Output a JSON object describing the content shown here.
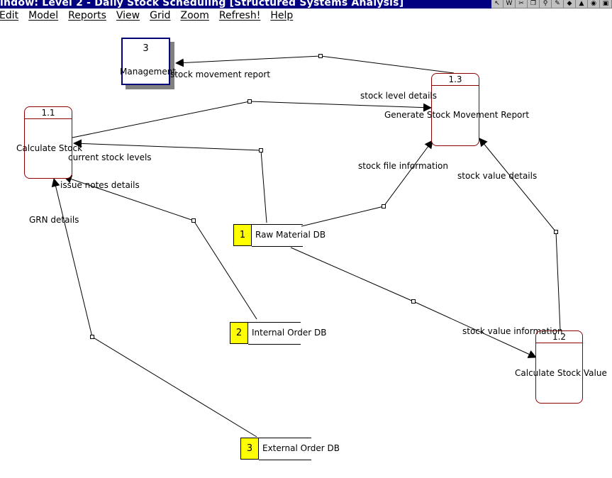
{
  "window": {
    "title": "indow: Level 2 - Daily Stock Scheduling [Structured Systems Analysis]"
  },
  "toolbar_icons": [
    "arrow-icon",
    "text-icon",
    "scissors-icon",
    "copy-icon",
    "key-icon",
    "pen-icon",
    "tag-icon",
    "rocket-icon",
    "bug-icon",
    "window-icon"
  ],
  "menu": [
    "Edit",
    "Model",
    "Reports",
    "View",
    "Grid",
    "Zoom",
    "Refresh!",
    "Help"
  ],
  "external_entity": {
    "number": "3",
    "name": "Management"
  },
  "processes": [
    {
      "id": "1.1",
      "name": "Calculate Stock"
    },
    {
      "id": "1.2",
      "name": "Calculate Stock Value"
    },
    {
      "id": "1.3",
      "name": "Generate Stock Movement Report"
    }
  ],
  "stores": [
    {
      "number": "1",
      "name": "Raw Material DB"
    },
    {
      "number": "2",
      "name": "Internal Order DB"
    },
    {
      "number": "3",
      "name": "External Order DB"
    }
  ],
  "flows": [
    {
      "label": "stock movement report"
    },
    {
      "label": "stock level details"
    },
    {
      "label": "current stock levels"
    },
    {
      "label": "issue notes details"
    },
    {
      "label": "GRN details"
    },
    {
      "label": "stock file information"
    },
    {
      "label": "stock value details"
    },
    {
      "label": "stock value information"
    }
  ],
  "colors": {
    "titlebar": "#000080",
    "process_border": "#8b0000",
    "store_number_fill": "#ffff00",
    "entity_border": "#00007a"
  }
}
